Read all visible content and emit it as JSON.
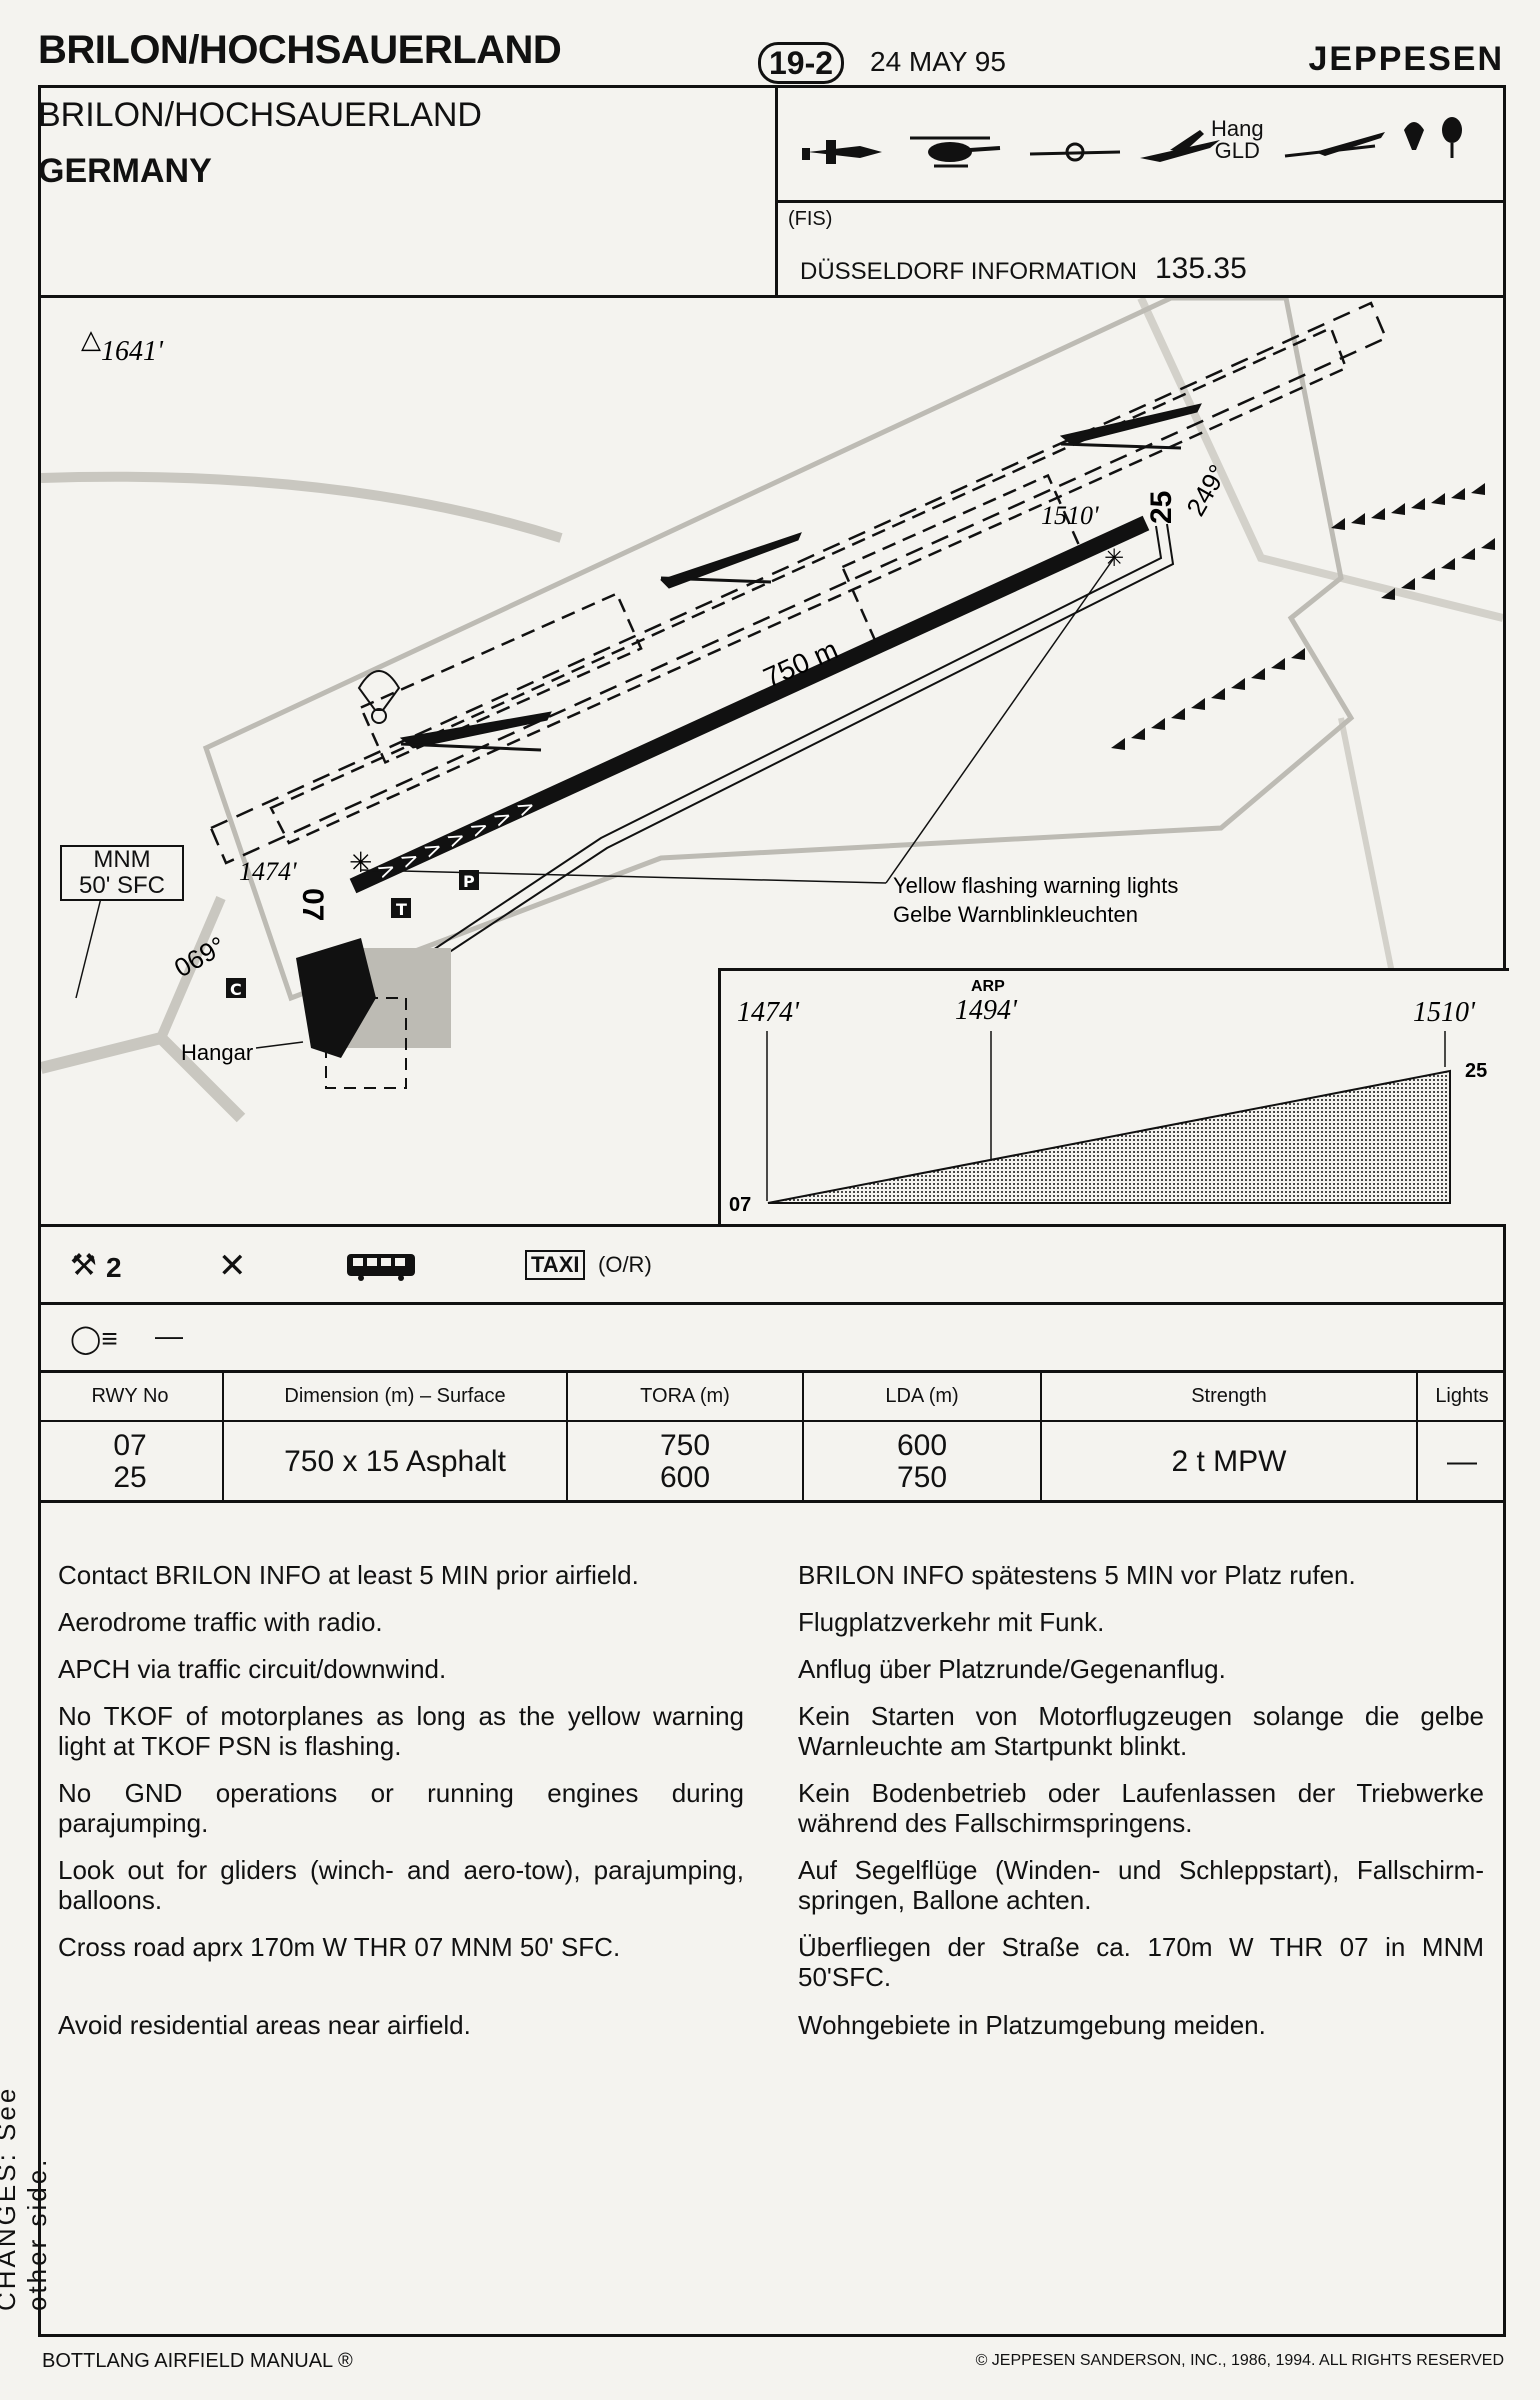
{
  "header": {
    "title": "BRILON/HOCHSAUERLAND",
    "subtitle": "BRILON/HOCHSAUERLAND",
    "country": "GERMANY",
    "chart_number": "19-2",
    "date": "24 MAY 95",
    "brand": "JEPPESEN"
  },
  "aircraft_types": {
    "hang_label_1": "Hang",
    "hang_label_2": "GLD"
  },
  "frequency": {
    "fis_label": "(FIS)",
    "name": "DÜSSELDORF INFORMATION",
    "value": "135.35"
  },
  "map": {
    "spot_elevation": "1641'",
    "runway_length": "750 m",
    "rwy_07_label": "07",
    "rwy_25_label": "25",
    "thr_07_elev": "1474'",
    "thr_25_elev": "1510'",
    "hdg_07": "069°",
    "hdg_25": "249°",
    "mnm_line1": "MNM",
    "mnm_line2": "50' SFC",
    "hangar": "Hangar",
    "warning_en": "Yellow flashing warning lights",
    "warning_de": "Gelbe Warnblinkleuchten",
    "symbol_t": "T",
    "symbol_p": "P",
    "symbol_c": "C"
  },
  "profile": {
    "left_elev": "1474'",
    "arp_label": "ARP",
    "arp_elev": "1494'",
    "right_elev": "1510'",
    "left_rwy": "07",
    "right_rwy": "25"
  },
  "services": {
    "repair": "2",
    "taxi": "TAXI",
    "taxi_note": "(O/R)",
    "lighting": "—"
  },
  "runway_table": {
    "headers": [
      "RWY No",
      "Dimension (m) – Surface",
      "TORA (m)",
      "LDA (m)",
      "Strength",
      "Lights"
    ],
    "rwy_1": "07",
    "rwy_2": "25",
    "dimension": "750 x 15 Asphalt",
    "tora_1": "750",
    "tora_2": "600",
    "lda_1": "600",
    "lda_2": "750",
    "strength": "2 t MPW",
    "lights": "—"
  },
  "notes_en": [
    "Contact BRILON INFO at least 5 MIN prior airfield.",
    "Aerodrome traffic with radio.",
    "APCH via traffic circuit/downwind.",
    "No TKOF of motorplanes as long as the yellow warning light at TKOF PSN is flashing.",
    "No GND operations or running engines during parajumping.",
    "Look out for gliders (winch- and aero-tow), parajumping, balloons.",
    "Cross road aprx 170m W THR 07 MNM 50' SFC.",
    "Avoid residential areas near airfield."
  ],
  "notes_de": [
    "BRILON INFO spätestens 5 MIN vor Platz rufen.",
    "Flugplatzverkehr mit Funk.",
    "Anflug über Platzrunde/Gegenanflug.",
    "Kein Starten von Motorflugzeugen solange die gelbe Warnleuchte am Startpunkt blinkt.",
    "Kein Bodenbetrieb oder Laufenlassen der Triebwerke während des Fallschirmspringens.",
    "Auf Segelflüge (Winden- und Schleppstart), Fallschirm-springen, Ballone achten.",
    "Überfliegen der Straße ca. 170m W THR 07 in MNM 50'SFC.",
    "Wohngebiete in Platzumgebung meiden."
  ],
  "footer": {
    "left": "BOTTLANG AIRFIELD MANUAL ®",
    "right": "© JEPPESEN SANDERSON, INC., 1986, 1994. ALL RIGHTS RESERVED",
    "side": "CHANGES: See other side."
  }
}
